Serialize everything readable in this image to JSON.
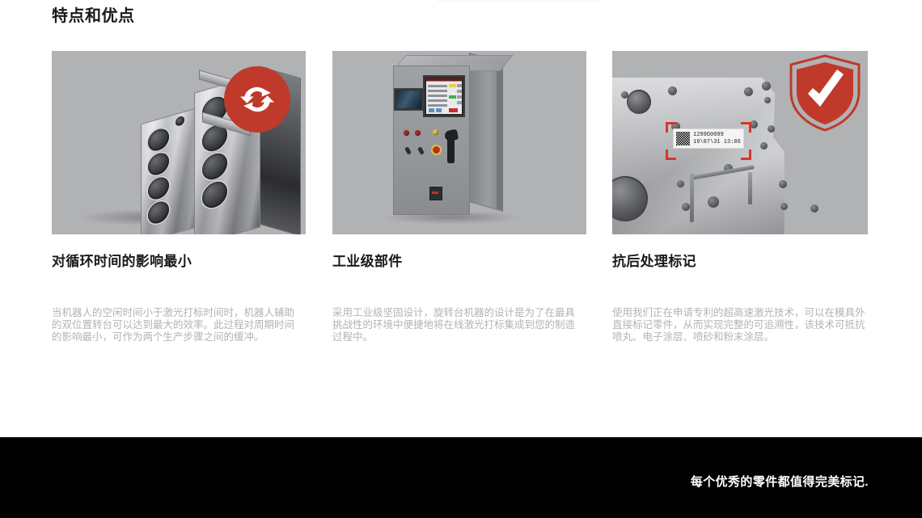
{
  "section": {
    "title": "特点和优点"
  },
  "cards": [
    {
      "heading": "对循环时间的影响最小",
      "body": "当机器人的空闲时间小于激光打标时间时，机器人辅助的双位置转台可以达到最大的效率。此过程对周期时间的影响最小，可作为两个生产步骤之间的缓冲。",
      "icon": "refresh-cycle-icon",
      "image_alt": "engine-blocks-photo"
    },
    {
      "heading": "工业级部件",
      "body": "采用工业级坚固设计，旋转台机器的设计是为了在最具挑战性的环境中便捷地将在线激光打标集成到您的制造过程中。",
      "icon": "none",
      "image_alt": "industrial-control-cabinet-photo"
    },
    {
      "heading": "抗后处理标记",
      "body": "使用我们正在申请专利的超高速激光技术，可以在模具外直接标记零件，从而实现完整的可追溯性，该技术可抵抗喷丸、电子涂层、喷砂和粉末涂层。",
      "icon": "shield-check-icon",
      "image_alt": "laser-marked-metal-part-photo",
      "marking_label": {
        "line1": "1299G0099",
        "line2": "19\\07\\31 13:06",
        "code_type": "datamatrix-code"
      }
    }
  ],
  "footer": {
    "tagline": "每个优秀的零件都值得完美标记."
  },
  "colors": {
    "accent_red": "#bf3a2b",
    "shield_red": "#c0392b",
    "bracket_red": "#d8352a",
    "footer_bg": "#000000",
    "image_bg": "#b1b2b4",
    "body_text": "#b3b3b3",
    "heading_text": "#1a1a1a"
  }
}
